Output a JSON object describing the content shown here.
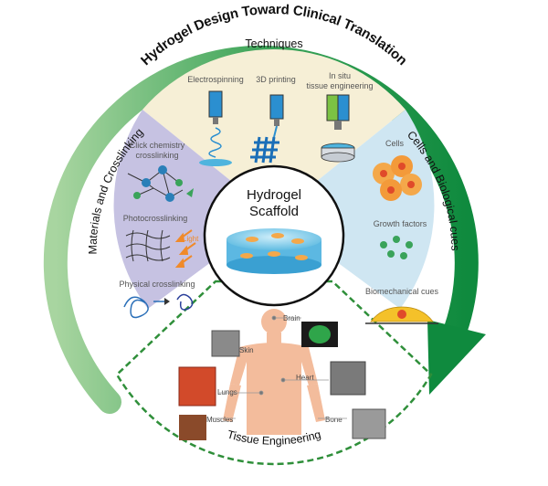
{
  "banner": {
    "title": "Hydrogel Design Toward Clinical Translation"
  },
  "center": {
    "line1": "Hydrogel",
    "line2": "Scaffold"
  },
  "sections": {
    "techniques": {
      "title": "Techniques",
      "items": [
        "Electrospinning",
        "3D printing",
        "In situ",
        "tissue engineering"
      ]
    },
    "materials": {
      "title": "Materials and Crosslinking",
      "items": [
        "Click chemistry",
        "crosslinking",
        "Photocrosslinking",
        "Light",
        "Physical crosslinking"
      ]
    },
    "cells": {
      "title": "Cells and Biological cues",
      "items": [
        "Cells",
        "Growth factors",
        "Biomechanical cues"
      ]
    },
    "tissue": {
      "title": "Tissue Engineering",
      "organs": [
        "Brain",
        "Skin",
        "Heart",
        "Lungs",
        "Muscles",
        "Bone"
      ]
    }
  },
  "colors": {
    "arrow_light": "#a8d5a0",
    "arrow_dark": "#0f8a3e",
    "techniques_bg": "#f6efd6",
    "materials_bg": "#c6c2e2",
    "cells_bg": "#cfe6f2",
    "tissue_border": "#2f8f3a"
  }
}
